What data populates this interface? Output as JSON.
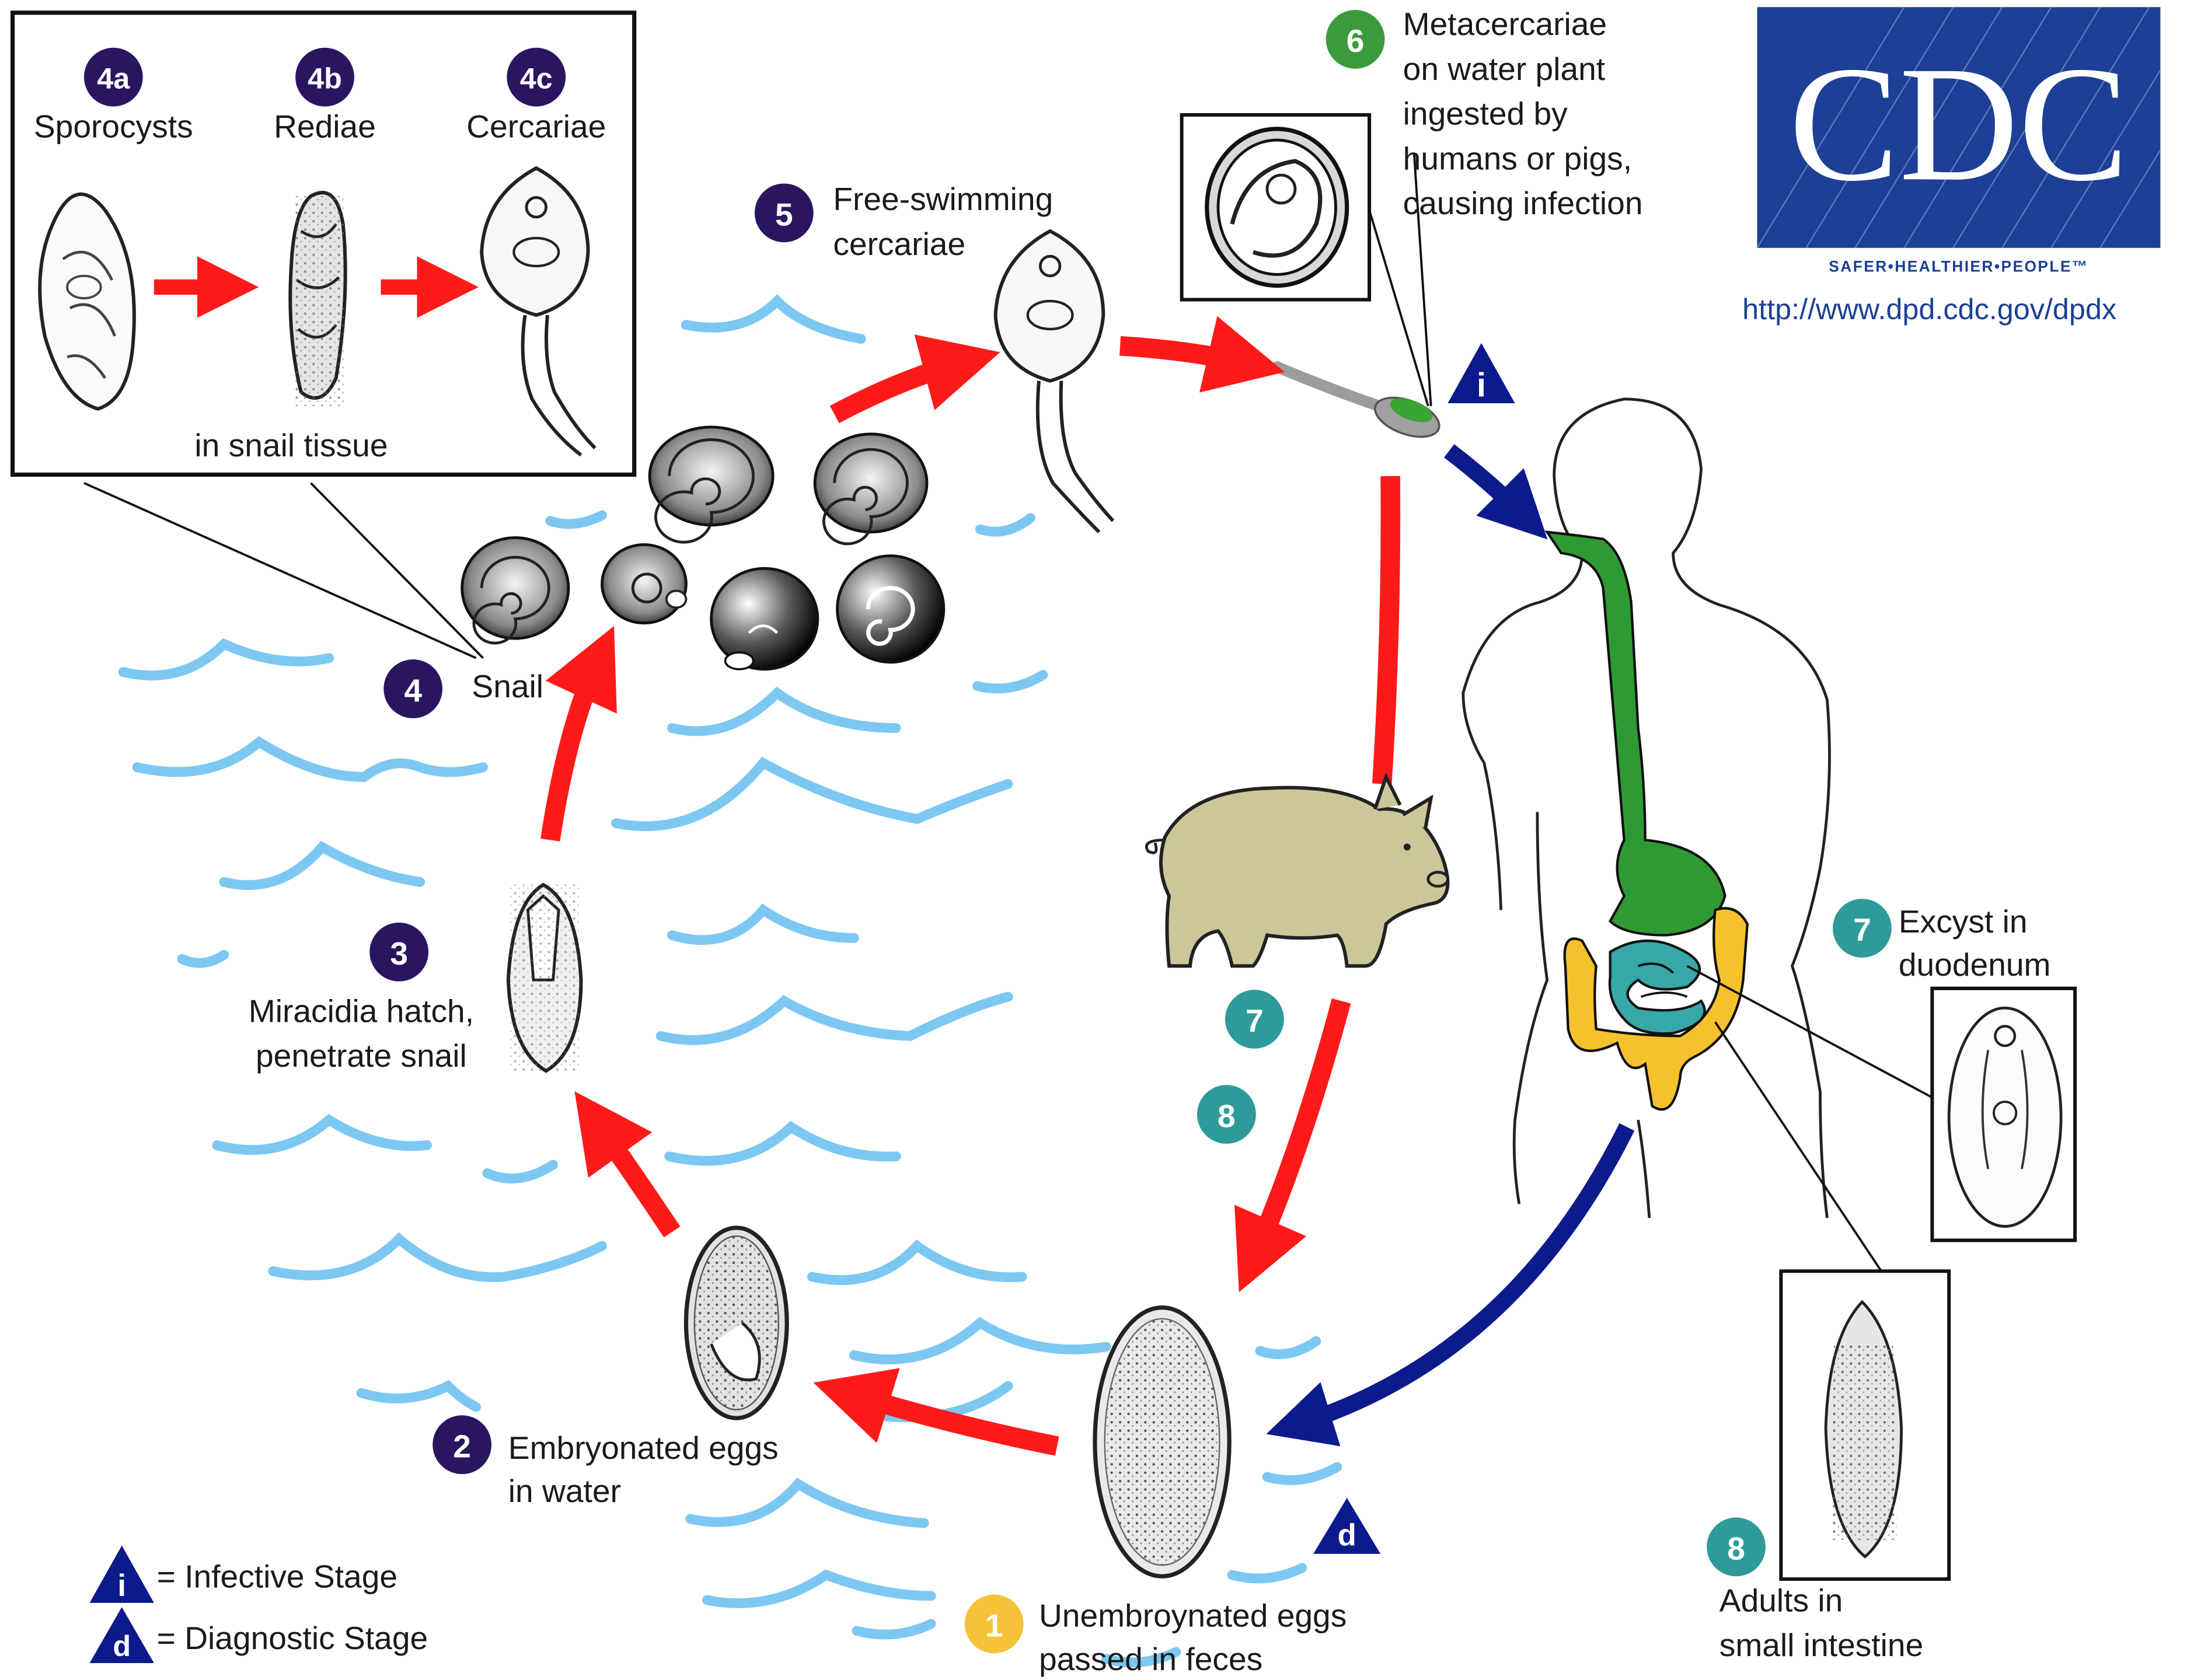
{
  "colors": {
    "stage_purple": "#2a1660",
    "stage_teal": "#2f9a9a",
    "stage_green": "#3a9a3c",
    "stage_yellow": "#f6c23a",
    "cycle_arrow_red": "#ff1a1a",
    "human_arrow_navy": "#0d1a8c",
    "water_blue": "#7cc8f2",
    "cdc_blue": "#1d3f95",
    "digestive_green": "#2e9a33",
    "intestine_yellow": "#f6c22c",
    "small_intestine_teal": "#37a7a7",
    "pig": "#cbc79a"
  },
  "inset": {
    "label": "in snail tissue",
    "stages": [
      {
        "badge": "4a",
        "label": "Sporocysts"
      },
      {
        "badge": "4b",
        "label": "Rediae"
      },
      {
        "badge": "4c",
        "label": "Cercariae"
      }
    ]
  },
  "stages": {
    "s1": {
      "badge": "1",
      "line1": "Unembroynated eggs",
      "line2": "passed in feces"
    },
    "s2": {
      "badge": "2",
      "line1": "Embryonated eggs",
      "line2": "in water"
    },
    "s3": {
      "badge": "3",
      "line1": "Miracidia hatch,",
      "line2": "penetrate snail"
    },
    "s4": {
      "badge": "4",
      "line1": "Snail"
    },
    "s5": {
      "badge": "5",
      "line1": "Free-swimming",
      "line2": "cercariae"
    },
    "s6": {
      "badge": "6",
      "line1": "Metacercariae",
      "line2": "on water plant",
      "line3": "ingested by",
      "line4": "humans or pigs,",
      "line5": "causing infection"
    },
    "s7": {
      "badge": "7",
      "line1": "Excyst in",
      "line2": "duodenum"
    },
    "s8": {
      "badge": "8",
      "line1": "Adults in",
      "line2": "small intestine"
    },
    "pig7": {
      "badge": "7"
    },
    "pig8": {
      "badge": "8"
    }
  },
  "markers": {
    "infective": "i",
    "diagnostic": "d"
  },
  "legend": {
    "infective": {
      "symbol": "i",
      "label": "= Infective Stage"
    },
    "diagnostic": {
      "symbol": "d",
      "label": "= Diagnostic Stage"
    }
  },
  "logo": {
    "text": "CDC",
    "tagline": "SAFER•HEALTHIER•PEOPLE™",
    "url": "http://www.dpd.cdc.gov/dpdx"
  }
}
